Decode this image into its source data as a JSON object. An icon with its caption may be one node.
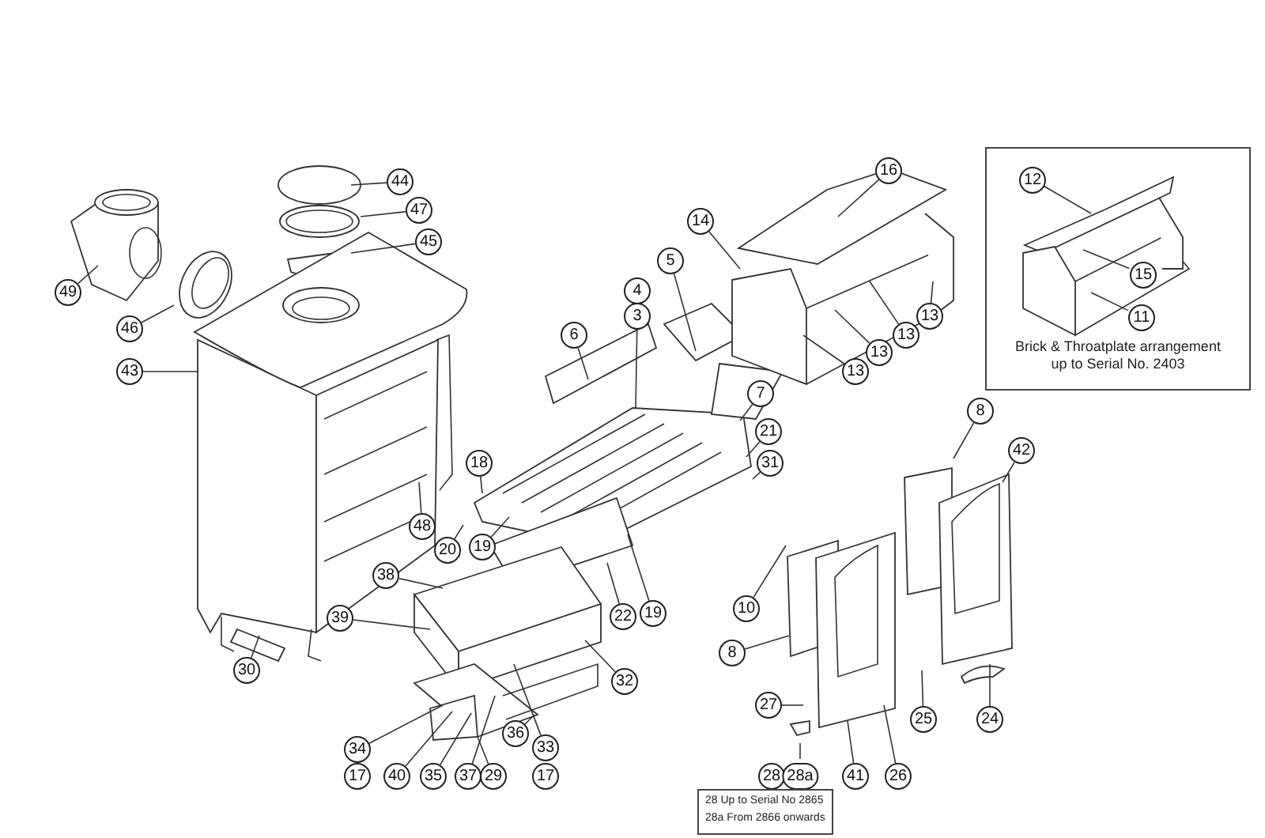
{
  "diagram": {
    "nodes": [
      {
        "text": [
          "49"
        ]
      },
      {
        "text": [
          "46"
        ]
      },
      {
        "text": [
          "43"
        ]
      },
      {
        "text": [
          "44"
        ]
      },
      {
        "text": [
          "47"
        ]
      },
      {
        "text": [
          "45"
        ]
      },
      {
        "text": [
          "16"
        ]
      },
      {
        "text": [
          "14"
        ]
      },
      {
        "text": [
          "Brick & Throatplate arrangement up to Serial No. 2403"
        ]
      },
      {
        "text": [
          "12"
        ],
        "in": 8
      },
      {
        "text": [
          "15"
        ],
        "in": 8
      },
      {
        "text": [
          "11"
        ],
        "in": 8
      },
      {
        "text": [
          "5"
        ]
      },
      {
        "text": [
          "4"
        ]
      },
      {
        "text": [
          "3"
        ]
      },
      {
        "text": [
          "6"
        ]
      },
      {
        "text": [
          "13"
        ]
      },
      {
        "text": [
          "13"
        ]
      },
      {
        "text": [
          "13"
        ]
      },
      {
        "text": [
          "13"
        ]
      },
      {
        "text": [
          "8"
        ]
      },
      {
        "text": [
          "42"
        ]
      },
      {
        "text": [
          "18"
        ]
      },
      {
        "text": [
          "7"
        ]
      },
      {
        "text": [
          "21"
        ]
      },
      {
        "text": [
          "31"
        ]
      },
      {
        "text": [
          "48"
        ]
      },
      {
        "text": [
          "20"
        ]
      },
      {
        "text": [
          "19"
        ]
      },
      {
        "text": [
          "38"
        ]
      },
      {
        "text": [
          "22"
        ]
      },
      {
        "text": [
          "19"
        ]
      },
      {
        "text": [
          "10"
        ]
      },
      {
        "text": [
          "8"
        ]
      },
      {
        "text": [
          "39"
        ]
      },
      {
        "text": [
          "30"
        ]
      },
      {
        "text": [
          "32"
        ]
      },
      {
        "text": [
          "27"
        ]
      },
      {
        "text": [
          "25"
        ]
      },
      {
        "text": [
          "24"
        ]
      },
      {
        "text": [
          "36"
        ]
      },
      {
        "text": [
          "34"
        ]
      },
      {
        "text": [
          "33"
        ]
      },
      {
        "text": [
          "17"
        ]
      },
      {
        "text": [
          "40"
        ]
      },
      {
        "text": [
          "35"
        ]
      },
      {
        "text": [
          "37"
        ]
      },
      {
        "text": [
          "17"
        ]
      },
      {
        "text": [
          "29"
        ]
      },
      {
        "text": [
          "28"
        ]
      },
      {
        "text": [
          "28a"
        ]
      },
      {
        "text": [
          "41"
        ]
      },
      {
        "text": [
          "26"
        ]
      },
      {
        "text": [
          "28 Up to Serial No 2865",
          "28a From 2866 onwards"
        ]
      }
    ],
    "edges": [
      {
        "from": 0,
        "to": null,
        "arrow": "none"
      },
      {
        "from": 1,
        "to": null,
        "arrow": "none"
      },
      {
        "from": 2,
        "to": null,
        "arrow": "none"
      },
      {
        "from": 3,
        "to": null,
        "arrow": "none"
      },
      {
        "from": 4,
        "to": null,
        "arrow": "none"
      },
      {
        "from": 5,
        "to": null,
        "arrow": "none"
      },
      {
        "from": 6,
        "to": null,
        "arrow": "none"
      },
      {
        "from": 7,
        "to": null,
        "arrow": "none"
      },
      {
        "from": 9,
        "to": null,
        "arrow": "none"
      },
      {
        "from": 10,
        "to": null,
        "arrow": "none"
      },
      {
        "from": 11,
        "to": null,
        "arrow": "none"
      },
      {
        "from": 12,
        "to": null,
        "arrow": "none"
      },
      {
        "from": 14,
        "to": null,
        "arrow": "none"
      },
      {
        "from": 15,
        "to": null,
        "arrow": "none"
      },
      {
        "from": 16,
        "to": null,
        "arrow": "none"
      },
      {
        "from": 17,
        "to": null,
        "arrow": "none"
      },
      {
        "from": 18,
        "to": null,
        "arrow": "none"
      },
      {
        "from": 19,
        "to": null,
        "arrow": "none"
      },
      {
        "from": 20,
        "to": null,
        "arrow": "none"
      },
      {
        "from": 21,
        "to": null,
        "arrow": "none"
      },
      {
        "from": 22,
        "to": null,
        "arrow": "none"
      },
      {
        "from": 23,
        "to": null,
        "arrow": "none"
      },
      {
        "from": 24,
        "to": null,
        "arrow": "none"
      },
      {
        "from": 25,
        "to": null,
        "arrow": "none"
      },
      {
        "from": 26,
        "to": null,
        "arrow": "none"
      },
      {
        "from": 27,
        "to": null,
        "arrow": "none"
      },
      {
        "from": 28,
        "to": null,
        "arrow": "none"
      },
      {
        "from": 29,
        "to": null,
        "arrow": "none"
      },
      {
        "from": 30,
        "to": null,
        "arrow": "none"
      },
      {
        "from": 31,
        "to": null,
        "arrow": "none"
      },
      {
        "from": 32,
        "to": null,
        "arrow": "none"
      },
      {
        "from": 33,
        "to": null,
        "arrow": "none"
      },
      {
        "from": 34,
        "to": null,
        "arrow": "none"
      },
      {
        "from": 35,
        "to": null,
        "arrow": "none"
      },
      {
        "from": 36,
        "to": null,
        "arrow": "none"
      },
      {
        "from": 37,
        "to": null,
        "arrow": "none"
      },
      {
        "from": 38,
        "to": null,
        "arrow": "none"
      },
      {
        "from": 39,
        "to": null,
        "arrow": "none"
      },
      {
        "from": 40,
        "to": null,
        "arrow": "none"
      },
      {
        "from": 41,
        "to": null,
        "arrow": "none"
      },
      {
        "from": 42,
        "to": null,
        "arrow": "none"
      },
      {
        "from": 44,
        "to": null,
        "arrow": "none"
      },
      {
        "from": 45,
        "to": null,
        "arrow": "none"
      },
      {
        "from": 46,
        "to": null,
        "arrow": "none"
      },
      {
        "from": 48,
        "to": null,
        "arrow": "none"
      },
      {
        "from": 50,
        "to": null,
        "arrow": "none"
      },
      {
        "from": 51,
        "to": null,
        "arrow": "none"
      },
      {
        "from": 52,
        "to": null,
        "arrow": "none"
      }
    ]
  }
}
